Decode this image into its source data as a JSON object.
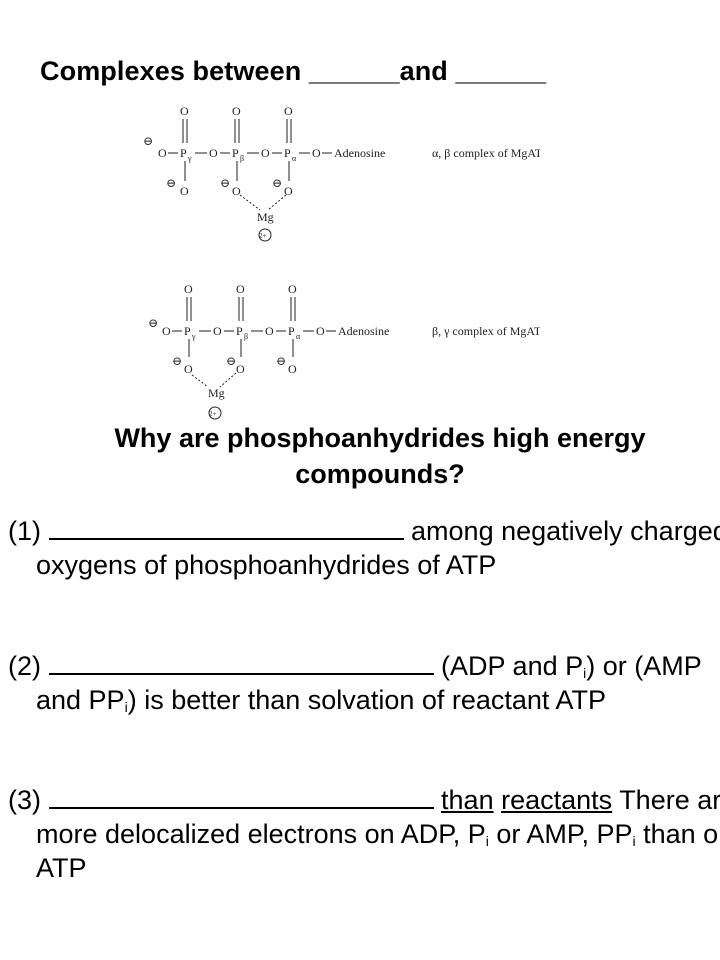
{
  "slide": {
    "title": "Complexes between ______and ______",
    "question": "Why are phosphoanhydrides  high energy compounds?"
  },
  "figure": {
    "complex1": {
      "adenosine": "Adenosine",
      "caption": "α, β complex of MgATP",
      "metal": "Mg",
      "charge": "2+",
      "p_gamma": "γ",
      "p_beta": "β",
      "p_alpha": "α"
    },
    "complex2": {
      "adenosine": "Adenosine",
      "caption": "β, γ complex of MgATP",
      "metal": "Mg",
      "charge": "2+",
      "p_gamma": "γ",
      "p_beta": "β",
      "p_alpha": "α"
    }
  },
  "items": [
    {
      "num": "(1)",
      "text_after": "among negatively charged oxygens of phosphoanhydrides  of ATP"
    },
    {
      "num": "(2)",
      "t1": "(ADP and P",
      "s1": "i",
      "t2": ") or (AMP and PP",
      "s2": "i",
      "t3": ") is better than solvation of reactant ATP"
    },
    {
      "num": "(3)",
      "w1": "than",
      "w2": "reactants",
      "t1": "There are more delocalized  electrons on ADP, P",
      "s1": "i",
      "t2": " or AMP, PP",
      "s2": "i",
      "t3": " than on ATP"
    }
  ]
}
